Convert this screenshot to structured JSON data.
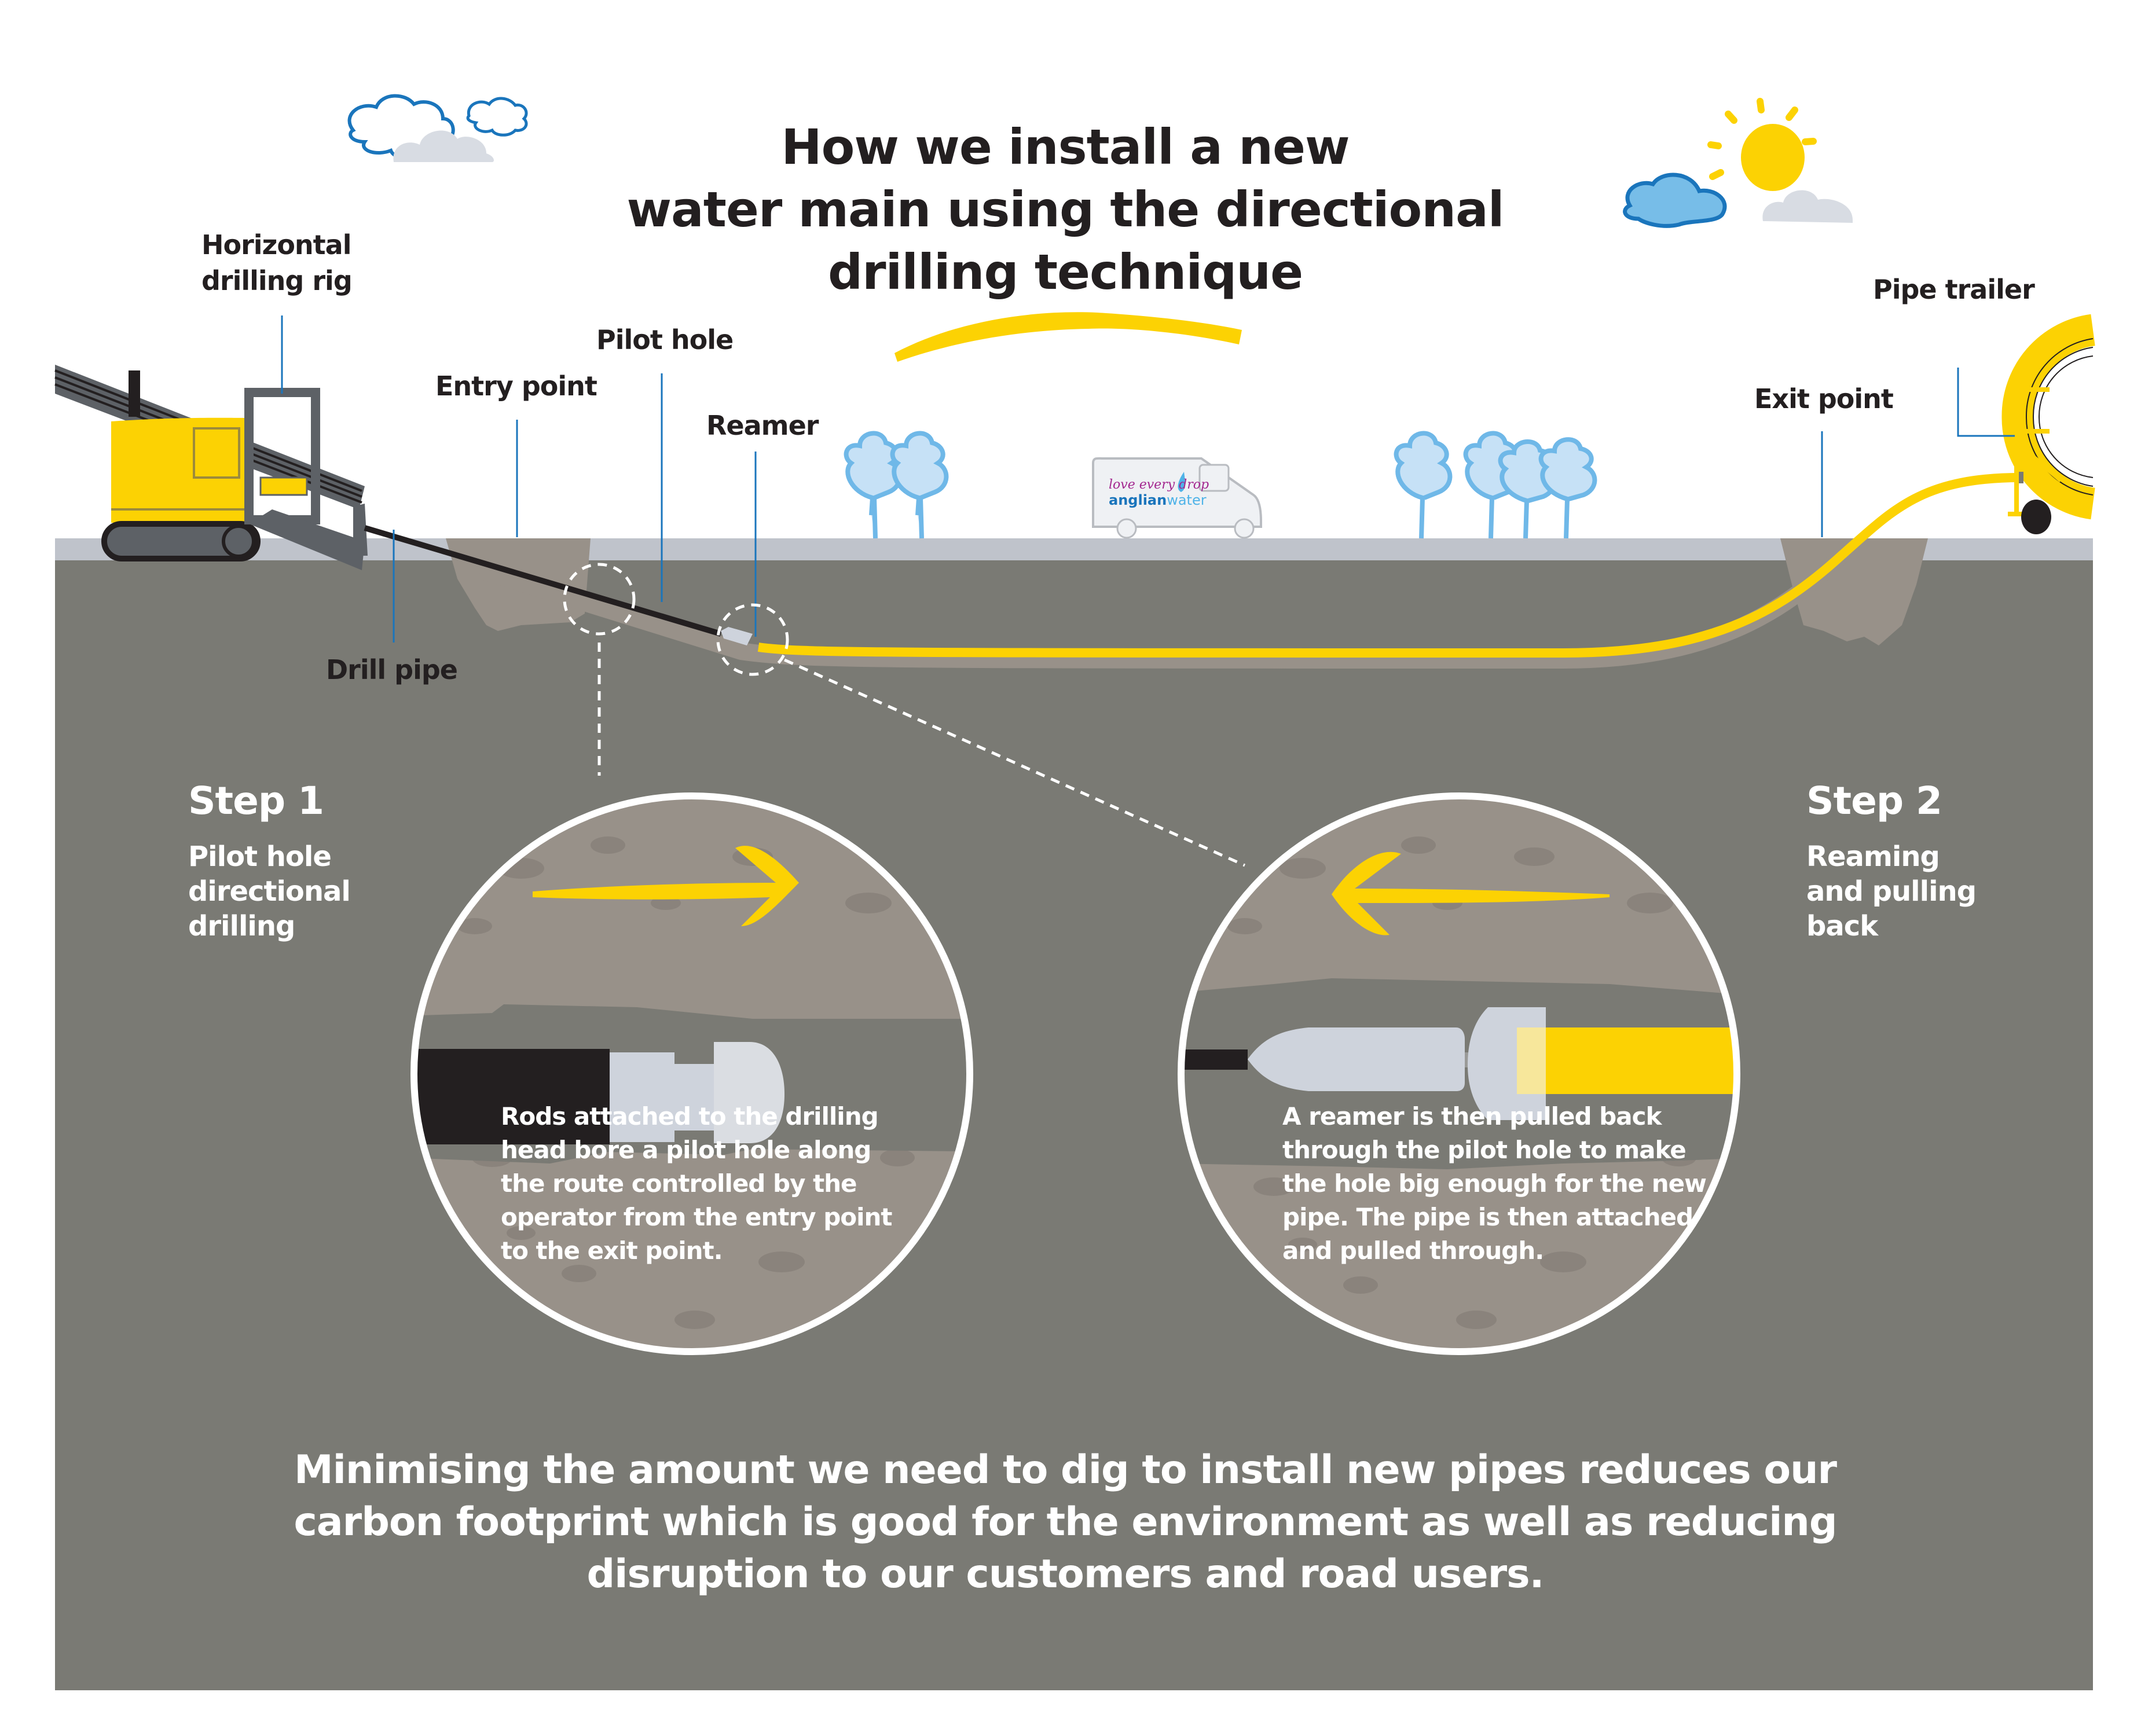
{
  "title": {
    "lines": [
      "How we install a new",
      "water main using the directional",
      "drilling technique"
    ]
  },
  "labels": {
    "horizontal_drilling_rig": [
      "Horizontal",
      "drilling rig"
    ],
    "entry_point": "Entry point",
    "pilot_hole": "Pilot hole",
    "reamer": "Reamer",
    "drill_pipe": "Drill pipe",
    "exit_point": "Exit point",
    "pipe_trailer": "Pipe trailer"
  },
  "van": {
    "tagline": "love every drop",
    "brand_bold": "anglian",
    "brand_light": "water"
  },
  "step1": {
    "heading": "Step 1",
    "subtitle": [
      "Pilot hole",
      "directional",
      "drilling"
    ],
    "description": [
      "Rods attached to the drilling",
      "head bore a pilot hole along",
      "the route controlled by the",
      "operator from the entry point",
      "to the exit point."
    ],
    "arrow_direction": "right"
  },
  "step2": {
    "heading": "Step 2",
    "subtitle": [
      "Reaming",
      "and pulling",
      "back"
    ],
    "description": [
      "A reamer is then pulled back",
      "through the pilot hole to make",
      "the hole big enough for the new",
      "pipe. The pipe is then attached",
      "and pulled through."
    ],
    "arrow_direction": "left"
  },
  "footer": {
    "lines": [
      "Minimising the amount we need to dig to install new pipes reduces our",
      "carbon footprint which is good for the environment as well as reducing",
      "disruption to our customers and road users."
    ]
  },
  "colors": {
    "yellow": "#fcd203",
    "ground_dark": "#7a7a74",
    "ground_surface": "#bfc3cb",
    "excavation": "#989189",
    "leader_line": "#1a75bc",
    "tree_fill": "#c6e1f6",
    "tree_stroke": "#6fb8e8",
    "cloud_blue": "#77bde8",
    "cloud_grey": "#d8dce3",
    "text_dark": "#231f20",
    "rig_grey": "#5d6166"
  }
}
